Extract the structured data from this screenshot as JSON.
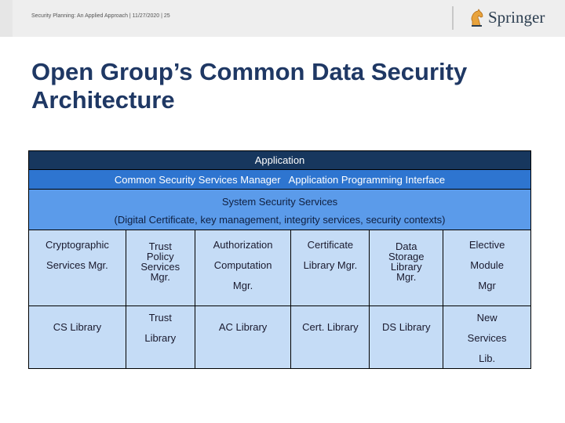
{
  "header": {
    "citation": "Security Planning: An Applied Approach | 11/27/2020 | 25",
    "publisher": "Springer"
  },
  "title": "Open Group’s Common Data Security Architecture",
  "bands": {
    "application": "Application",
    "cssm_api": "Common Security Services Manager   Application Programming Interface",
    "system_services": "System Security Services",
    "system_services_detail": "(Digital Certificate, key management, integrity services, security contexts)"
  },
  "managers": [
    {
      "lines": [
        "Cryptographic",
        "Services Mgr."
      ]
    },
    {
      "lines": [
        "Trust",
        "Policy",
        "Services",
        "Mgr."
      ]
    },
    {
      "lines": [
        "Authorization",
        "Computation",
        "Mgr."
      ]
    },
    {
      "lines": [
        "Certificate",
        "Library Mgr."
      ]
    },
    {
      "lines": [
        "Data",
        "Storage",
        "Library",
        "Mgr."
      ]
    },
    {
      "lines": [
        "Elective",
        "Module",
        "Mgr"
      ]
    }
  ],
  "libraries": [
    {
      "lines": [
        "CS Library"
      ]
    },
    {
      "lines": [
        "Trust",
        "Library"
      ]
    },
    {
      "lines": [
        "AC Library"
      ]
    },
    {
      "lines": [
        "Cert. Library"
      ]
    },
    {
      "lines": [
        "DS Library"
      ]
    },
    {
      "lines": [
        "New",
        "Services",
        "Lib."
      ]
    }
  ],
  "colors": {
    "title": "#1f3864",
    "band_dark": "#17375e",
    "band_mid": "#2e75d0",
    "band_light": "#5b9bea",
    "cell": "#c5dcf6"
  }
}
